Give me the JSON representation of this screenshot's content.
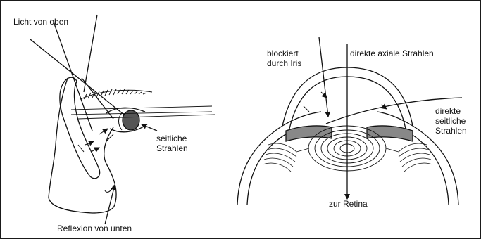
{
  "colors": {
    "ink": "#111111",
    "background": "#ffffff",
    "frame": "#1a1a1a"
  },
  "left_panel": {
    "label_light_from_above": "Licht von oben",
    "label_lateral_rays": "seitliche\nStrahlen",
    "label_reflection_from_below": "Reflexion von unten"
  },
  "right_panel": {
    "label_blocked_by_iris": "blockiert\ndurch Iris",
    "label_direct_axial_rays": "direkte axiale Strahlen",
    "label_direct_lateral_rays": "direkte\nseitliche\nStrahlen",
    "label_to_retina": "zur Retina"
  }
}
